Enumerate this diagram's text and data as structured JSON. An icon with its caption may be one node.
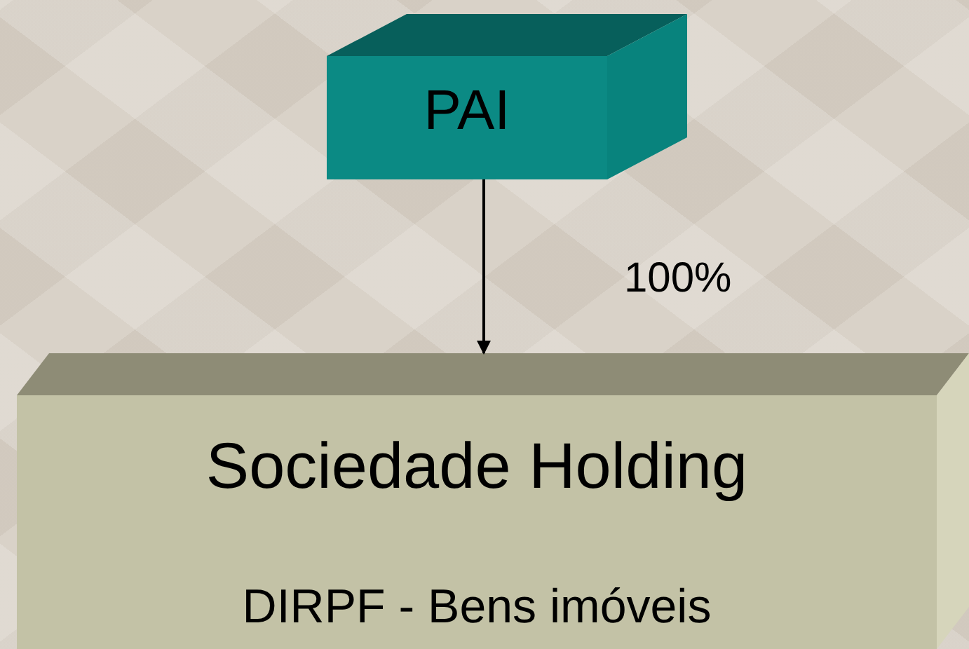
{
  "diagram": {
    "nodes": [
      {
        "text": [
          "PAI"
        ]
      },
      {
        "text": [
          "Sociedade Holding",
          "DIRPF - Bens imóveis"
        ]
      }
    ],
    "edges": [
      {
        "from": 0,
        "to": 1,
        "arrow": "to",
        "label": "100%"
      }
    ]
  }
}
